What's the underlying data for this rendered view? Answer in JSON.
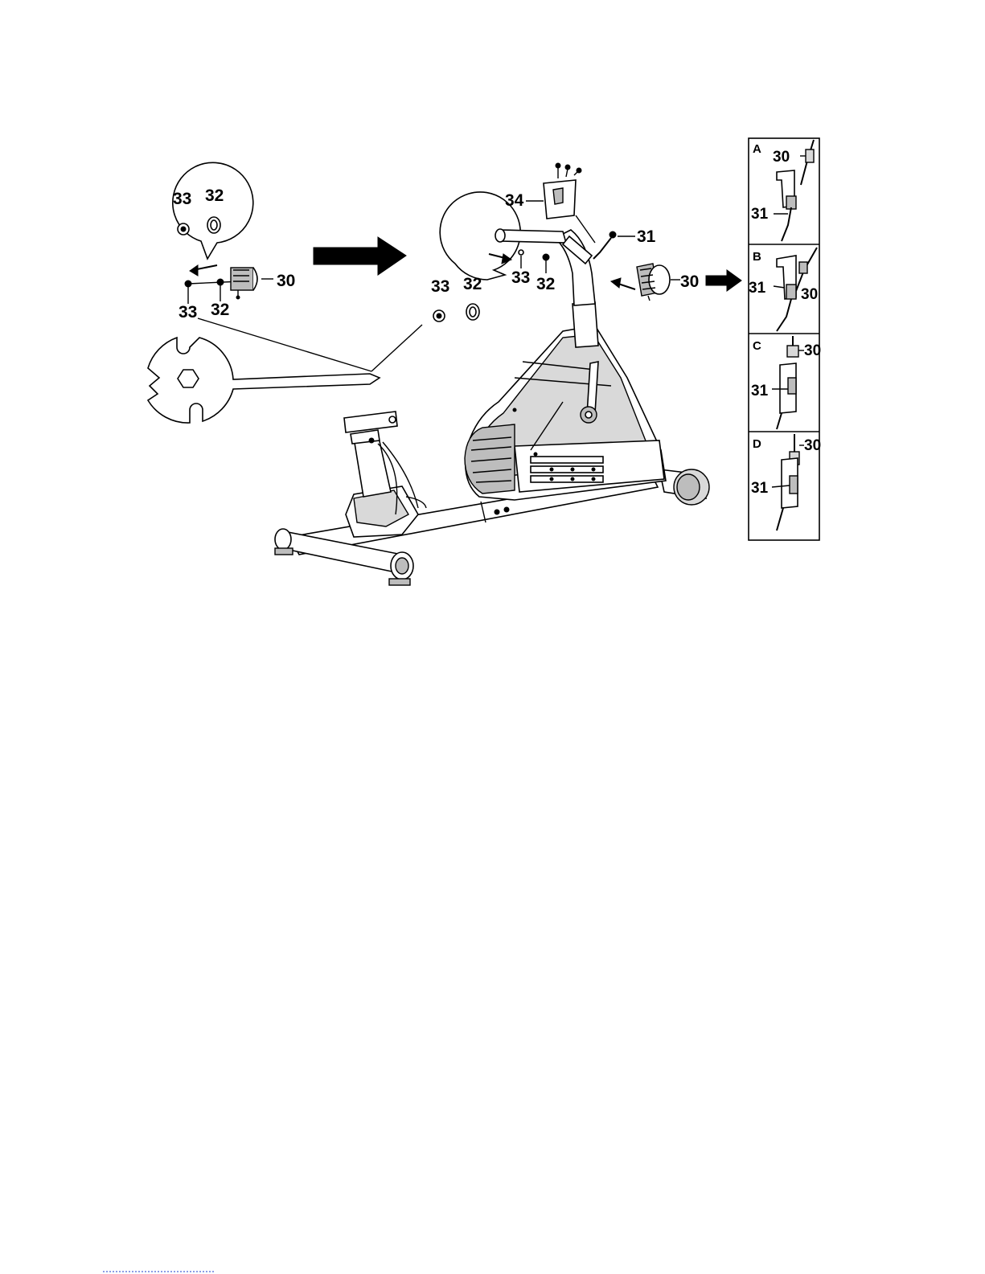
{
  "figure": {
    "labels": {
      "detail_left_33": "33",
      "detail_left_32": "32",
      "left_knob_30": "30",
      "left_bolt_33": "33",
      "left_washer_32": "32",
      "detail_mid_33": "33",
      "detail_mid_32": "32",
      "mid_bolt_33": "33",
      "mid_washer_32": "32",
      "bracket_34": "34",
      "cable_31": "31",
      "right_knob_30": "30"
    },
    "panels": [
      {
        "letter": "A",
        "label_30": "30",
        "label_31": "31"
      },
      {
        "letter": "B",
        "label_30": "30",
        "label_31": "31"
      },
      {
        "letter": "C",
        "label_30": "30",
        "label_31": "31"
      },
      {
        "letter": "D",
        "label_30": "30",
        "label_31": "31"
      }
    ]
  },
  "icons": [
    "arrow-right-icon",
    "arrow-left-icon",
    "wrench-icon"
  ]
}
